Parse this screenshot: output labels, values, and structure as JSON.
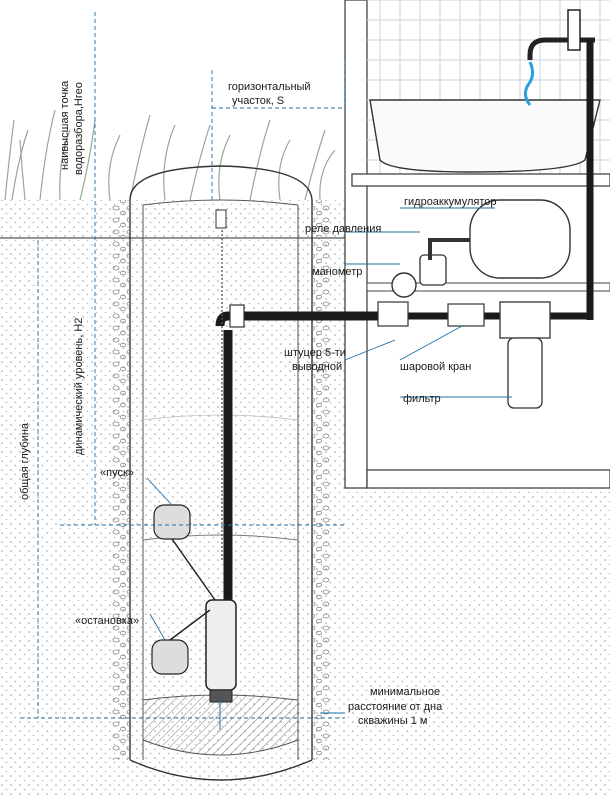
{
  "labels": {
    "horizontal_line1": "горизонтальный",
    "horizontal_line2": "участок, S",
    "hydroaccumulator": "гидроаккумулятор",
    "pressure_relay": "реле давления",
    "manometer": "манометр",
    "fitting_line1": "штуцер 5-ти",
    "fitting_line2": "выводной",
    "ball_valve": "шаровой кран",
    "filter": "фильтр",
    "start": "«пуск»",
    "stop": "«остановка»",
    "min_dist_line1": "минимальное",
    "min_dist_line2": "расстояние от дна",
    "min_dist_line3": "скважины 1 м",
    "highest_point_line1": "наивысшая точка",
    "highest_point_line2": "водоразбора,Hгео",
    "dynamic_level": "динамический уровень, H2",
    "total_depth": "общая глубина"
  },
  "colors": {
    "accent": "#1f6fa8",
    "water": "#2aa0e0",
    "pipe": "#1a1a1a",
    "grass": "#9aa59a"
  }
}
